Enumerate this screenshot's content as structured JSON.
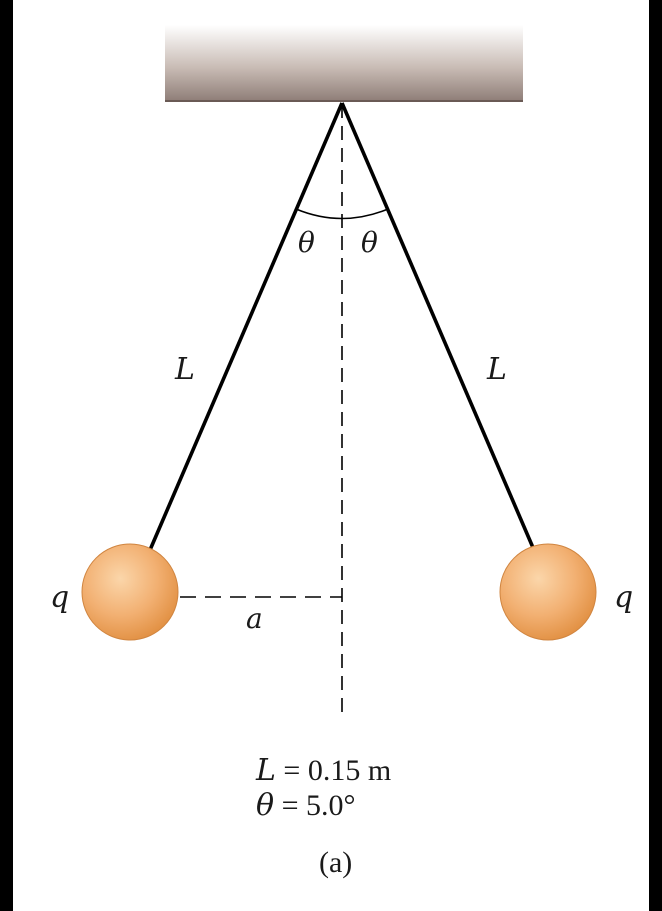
{
  "diagram": {
    "labels": {
      "theta_left": "θ",
      "theta_right": "θ",
      "length_left": "L",
      "length_right": "L",
      "charge_left": "q",
      "charge_right": "q",
      "separation": "a"
    },
    "given": {
      "length_symbol": "L",
      "length_value": " = 0.15 m",
      "angle_symbol": "θ",
      "angle_value": " = 5.0°"
    },
    "caption": "(a)"
  },
  "colors": {
    "background": "#ffffff",
    "frame": "#000000",
    "string": "#000000",
    "ball": "#f0a860",
    "ceiling": "#b8a8a0"
  }
}
